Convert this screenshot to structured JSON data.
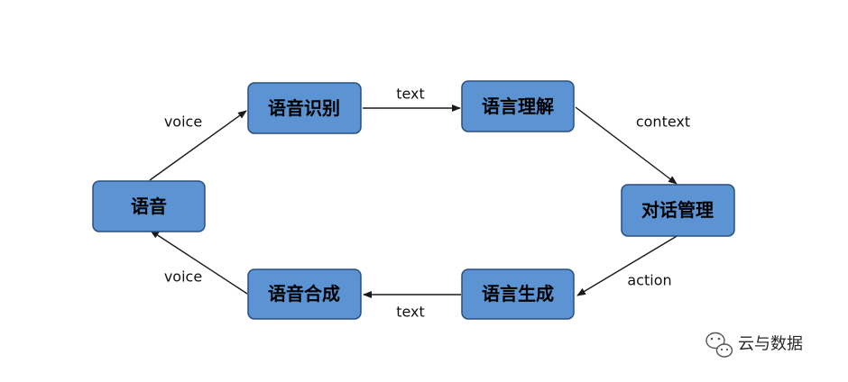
{
  "diagram": {
    "nodes": {
      "speech": "语音",
      "asr": "语音识别",
      "nlu": "语言理解",
      "dm": "对话管理",
      "nlg": "语言生成",
      "tts": "语音合成"
    },
    "edges": {
      "speech_to_asr": "voice",
      "asr_to_nlu": "text",
      "nlu_to_dm": "context",
      "dm_to_nlg": "action",
      "nlg_to_tts": "text",
      "tts_to_speech": "voice"
    }
  },
  "watermark": {
    "text": "云与数据",
    "icon": "wechat-icon"
  },
  "colors": {
    "node_fill": "#5b93d3",
    "node_border": "#2b4f7e",
    "arrow": "#1a1a1a"
  }
}
